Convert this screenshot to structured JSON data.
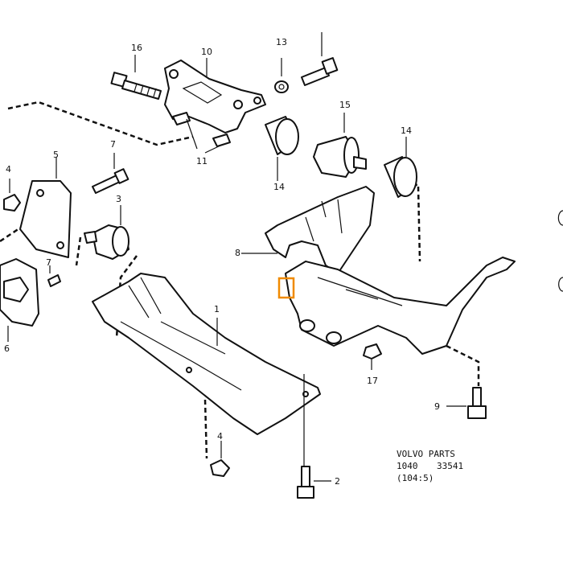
{
  "callouts": {
    "c1": "1",
    "c2": "2",
    "c3": "3",
    "c4a": "4",
    "c4b": "4",
    "c5": "5",
    "c6": "6",
    "c7a": "7",
    "c7b": "7",
    "c8": "8",
    "c9": "9",
    "c10": "10",
    "c11": "11",
    "c13": "13",
    "c14a": "14",
    "c14b": "14",
    "c15": "15",
    "c16": "16",
    "c17": "17"
  },
  "caption": {
    "brand": "VOLVO PARTS",
    "code_left": "1040",
    "code_right": "33541",
    "ref": "(104:5)"
  },
  "colors": {
    "line": "#111111",
    "highlight": "#f08a00",
    "background": "#ffffff"
  }
}
